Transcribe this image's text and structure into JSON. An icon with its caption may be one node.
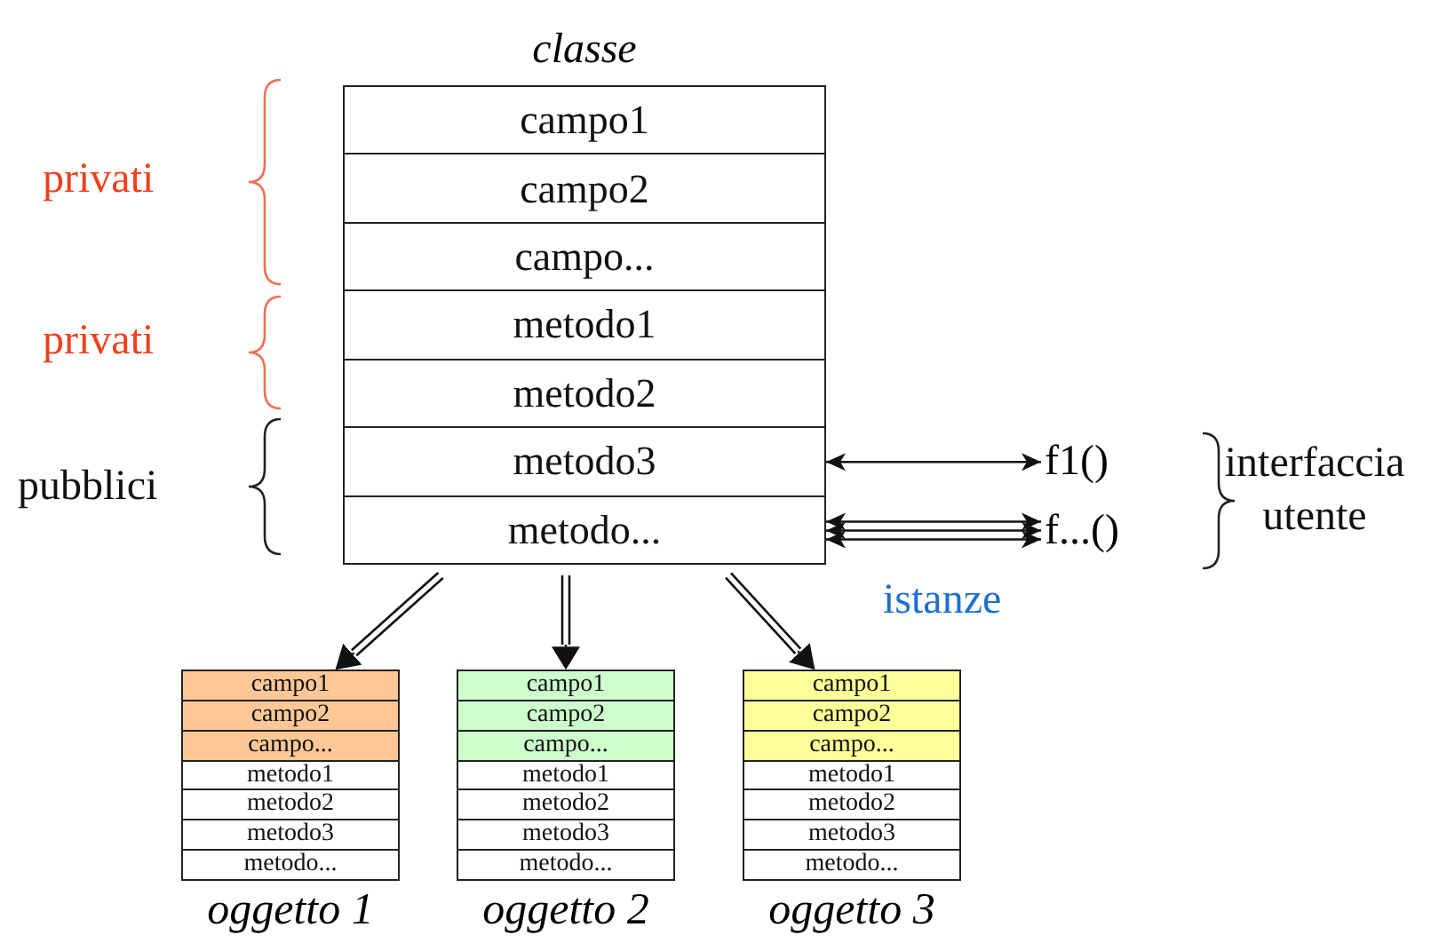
{
  "diagram": {
    "nodes": [
      {
        "text": [
          "classe"
        ]
      },
      {
        "text": [
          "campo1"
        ],
        "in": 0
      },
      {
        "text": [
          "campo2"
        ],
        "in": 0
      },
      {
        "text": [
          "campo..."
        ],
        "in": 0
      },
      {
        "text": [
          "metodo1"
        ],
        "in": 0
      },
      {
        "text": [
          "metodo2"
        ],
        "in": 0
      },
      {
        "text": [
          "metodo3"
        ],
        "in": 0
      },
      {
        "text": [
          "metodo..."
        ],
        "in": 0
      },
      {
        "text": [
          "f1()"
        ]
      },
      {
        "text": [
          "f...()"
        ]
      },
      {
        "text": [
          "oggetto 1"
        ]
      },
      {
        "text": [
          "campo1"
        ],
        "in": 10
      },
      {
        "text": [
          "campo2"
        ],
        "in": 10
      },
      {
        "text": [
          "campo..."
        ],
        "in": 10
      },
      {
        "text": [
          "metodo1"
        ],
        "in": 10
      },
      {
        "text": [
          "metodo2"
        ],
        "in": 10
      },
      {
        "text": [
          "metodo3"
        ],
        "in": 10
      },
      {
        "text": [
          "metodo..."
        ],
        "in": 10
      },
      {
        "text": [
          "oggetto 2"
        ]
      },
      {
        "text": [
          "campo1"
        ],
        "in": 18
      },
      {
        "text": [
          "campo2"
        ],
        "in": 18
      },
      {
        "text": [
          "campo..."
        ],
        "in": 18
      },
      {
        "text": [
          "metodo1"
        ],
        "in": 18
      },
      {
        "text": [
          "metodo2"
        ],
        "in": 18
      },
      {
        "text": [
          "metodo3"
        ],
        "in": 18
      },
      {
        "text": [
          "metodo..."
        ],
        "in": 18
      },
      {
        "text": [
          "oggetto 3"
        ]
      },
      {
        "text": [
          "campo1"
        ],
        "in": 26
      },
      {
        "text": [
          "campo2"
        ],
        "in": 26
      },
      {
        "text": [
          "campo..."
        ],
        "in": 26
      },
      {
        "text": [
          "metodo1"
        ],
        "in": 26
      },
      {
        "text": [
          "metodo2"
        ],
        "in": 26
      },
      {
        "text": [
          "metodo3"
        ],
        "in": 26
      },
      {
        "text": [
          "metodo..."
        ],
        "in": 26
      }
    ],
    "edges": [
      {
        "from": 6,
        "to": 8,
        "arrow": "both"
      },
      {
        "from": 7,
        "to": 9,
        "arrow": "both"
      },
      {
        "from": 7,
        "to": 9,
        "arrow": "both"
      },
      {
        "from": 7,
        "to": 9,
        "arrow": "both"
      },
      {
        "from": 0,
        "to": 10,
        "arrow": "to"
      },
      {
        "from": 0,
        "to": 18,
        "arrow": "to"
      },
      {
        "from": 0,
        "to": 26,
        "arrow": "to"
      }
    ],
    "labels": [
      "privati",
      "privati",
      "pubblici",
      "interfaccia utente",
      "istanze"
    ]
  }
}
